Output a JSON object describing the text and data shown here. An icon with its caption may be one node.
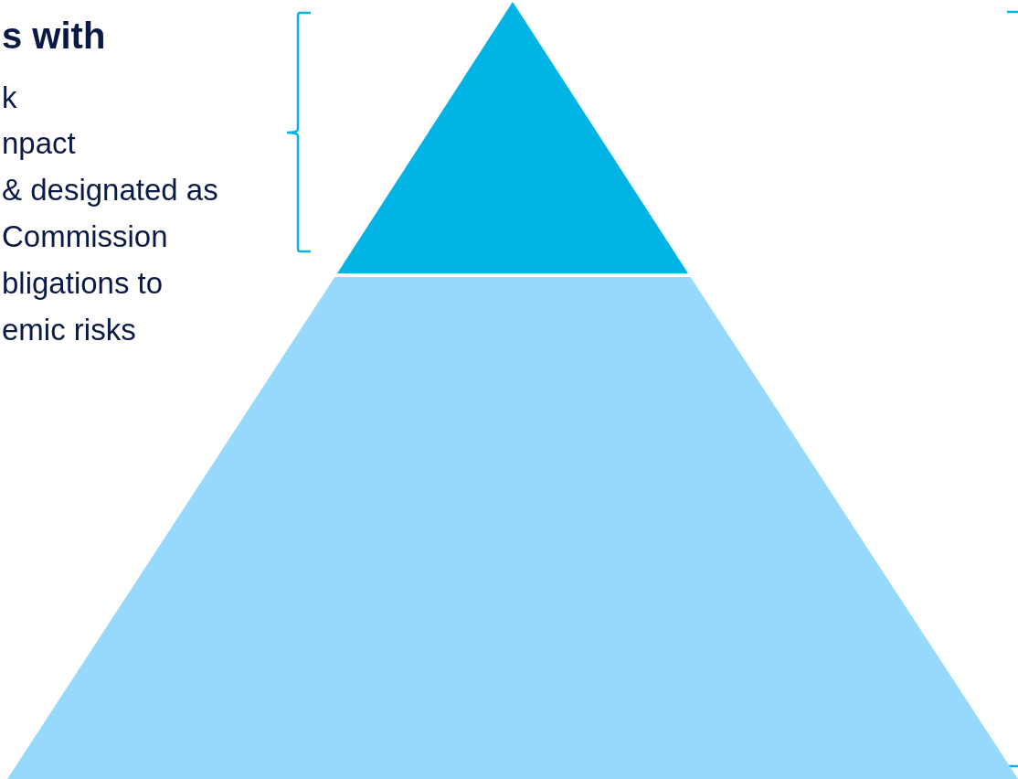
{
  "diagram": {
    "nodes": [
      {
        "text": [],
        "shape": "triangle"
      },
      {
        "text": [],
        "shape": "trapezoid"
      }
    ],
    "labels": [
      "s with",
      "k",
      "npact",
      "& designated as",
      "Commission",
      "bligations to",
      "emic risks"
    ]
  }
}
